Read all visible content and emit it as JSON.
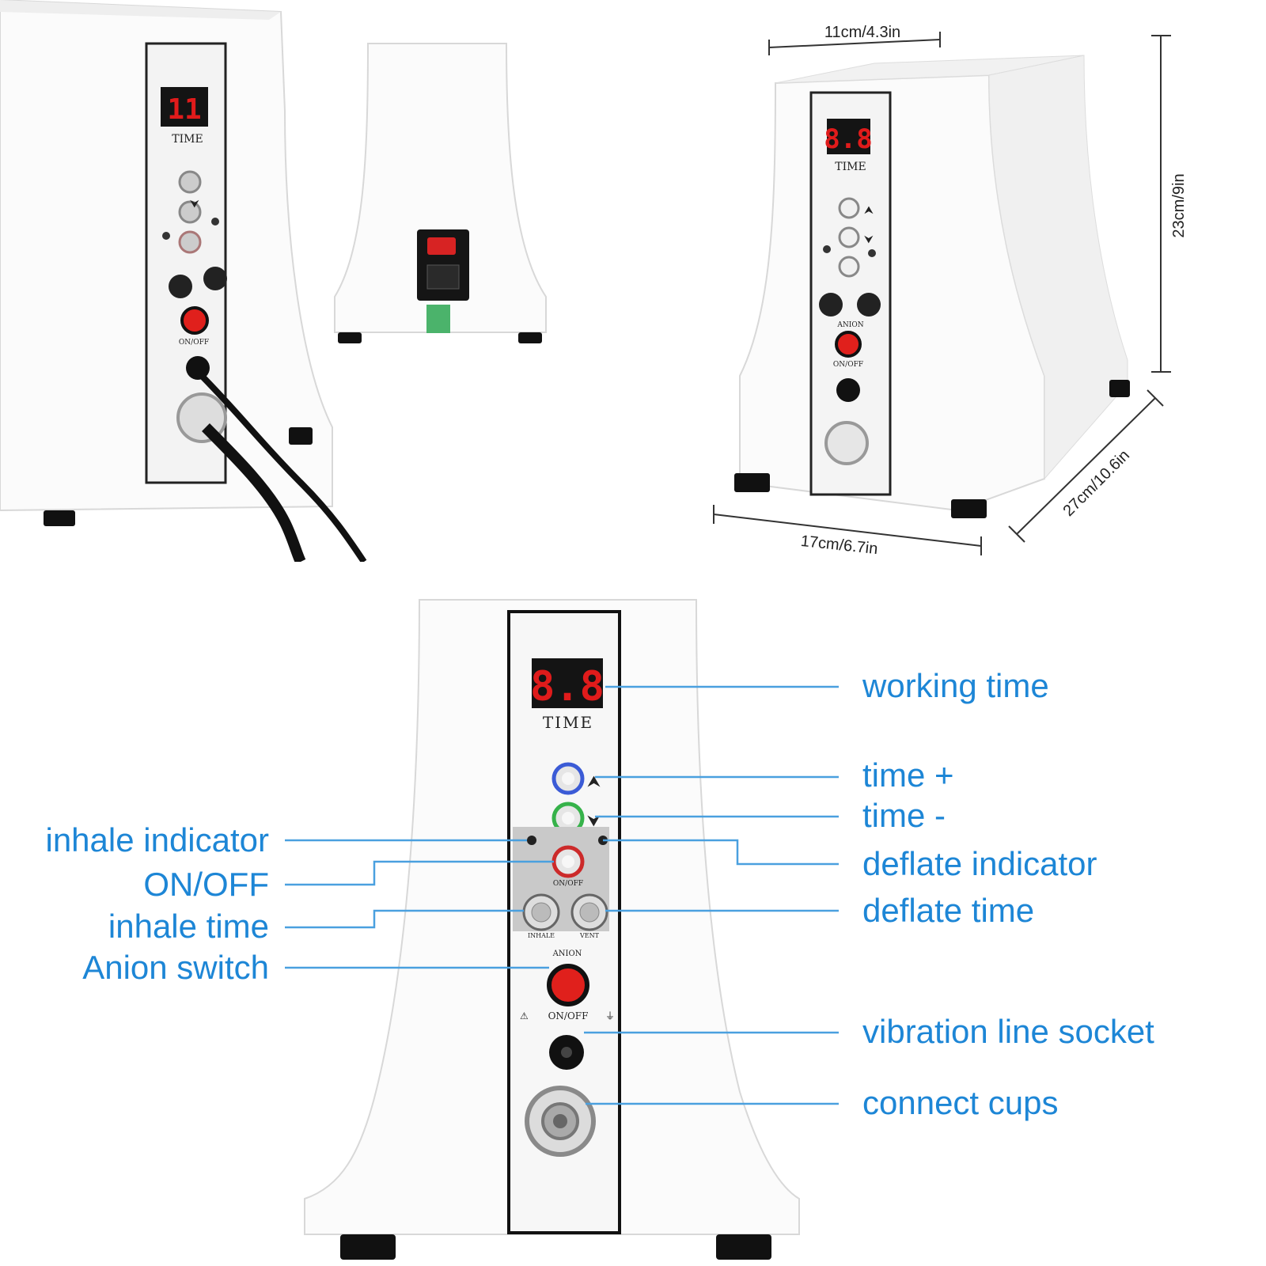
{
  "product": {
    "panel_display": "8.8",
    "panel_display_small": "11",
    "panel_time_label": "TIME",
    "panel_onoff_small": "ON/OFF",
    "panel_inhale_knob": "INHALE",
    "panel_vent_knob": "VENT",
    "panel_anion": "ANION",
    "panel_power_onoff": "ON/OFF"
  },
  "dimensions": {
    "width_top": "11cm/4.3in",
    "height": "23cm/9in",
    "depth": "27cm/10.6in",
    "width_bottom": "17cm/6.7in"
  },
  "callouts": {
    "right": [
      {
        "label": "working time"
      },
      {
        "label": "time +"
      },
      {
        "label": "time -"
      },
      {
        "label": "deflate indicator"
      },
      {
        "label": "deflate time"
      },
      {
        "label": "vibration line socket"
      },
      {
        "label": "connect cups"
      }
    ],
    "left": [
      {
        "label": "inhale indicator"
      },
      {
        "label": "ON/OFF"
      },
      {
        "label": "inhale time"
      },
      {
        "label": "Anion switch"
      }
    ]
  },
  "colors": {
    "accent_blue": "#1d86d6",
    "led_red": "#e01b1b",
    "button_red": "#e0201c",
    "ring_blue": "#3b5bd6",
    "ring_green": "#36b24a",
    "ring_red": "#cc2a2a"
  },
  "icons": [
    "arrow-up-icon",
    "arrow-down-icon",
    "warning-icon",
    "plug-icon"
  ]
}
